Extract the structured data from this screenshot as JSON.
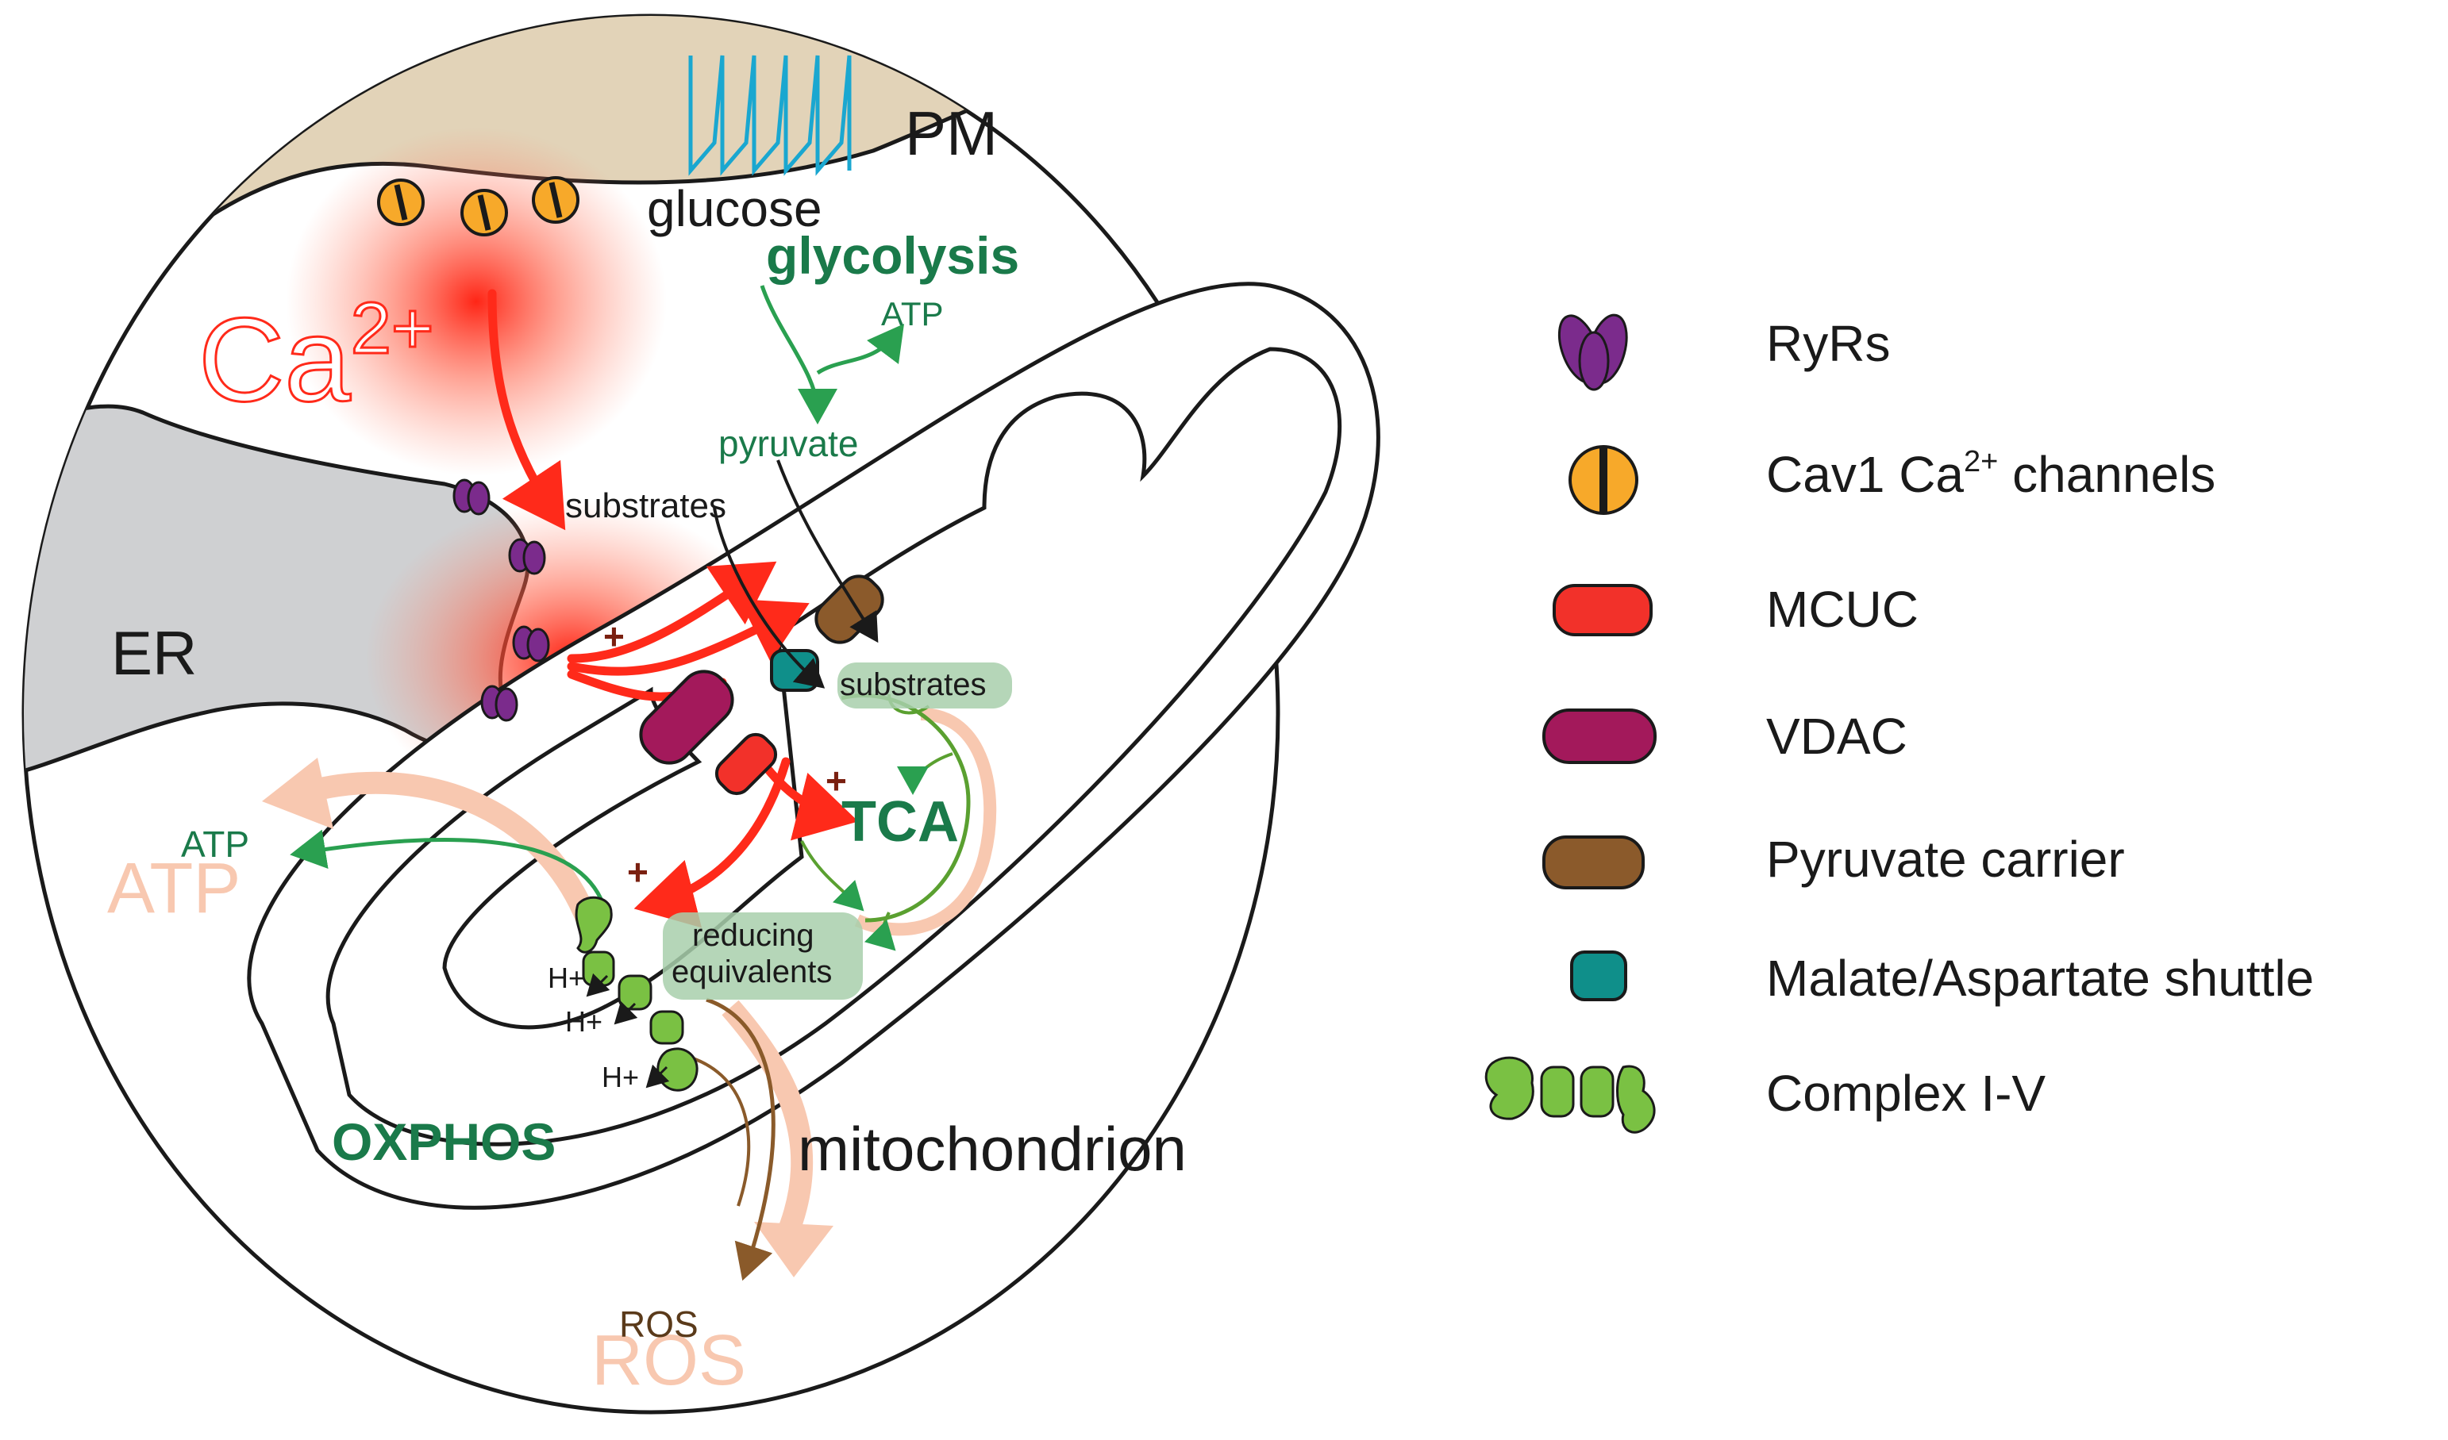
{
  "diagram": {
    "labels": {
      "pm": "PM",
      "glucose": "glucose",
      "glycolysis": "glycolysis",
      "atp_glycolysis": "ATP",
      "pyruvate": "pyruvate",
      "ca": "Ca",
      "ca_sup": "2+",
      "substrates_outer": "substrates",
      "er": "ER",
      "substrates_inner": "substrates",
      "tca": "TCA",
      "atp_out": "ATP",
      "atp_ghost": "ATP",
      "reducing_1": "reducing",
      "reducing_2": "equivalents",
      "h1": "H+",
      "h2": "H+",
      "h3": "H+",
      "oxphos": "OXPHOS",
      "mitochondrion": "mitochondrion",
      "ros": "ROS",
      "ros_ghost": "ROS",
      "plus": "+"
    }
  },
  "legend": {
    "items": [
      {
        "label": "RyRs",
        "icon": "ryr-icon"
      },
      {
        "label": "Cav1 Ca",
        "sup": "2+",
        "suffix": " channels",
        "icon": "cav1-channel-icon"
      },
      {
        "label": "MCUC",
        "icon": "mcuc-icon"
      },
      {
        "label": "VDAC",
        "icon": "vdac-icon"
      },
      {
        "label": "Pyruvate carrier",
        "icon": "pyruvate-carrier-icon"
      },
      {
        "label": "Malate/Aspartate shuttle",
        "icon": "malate-aspartate-shuttle-icon"
      },
      {
        "label": "Complex I-V",
        "icon": "complex-icon"
      }
    ]
  },
  "colors": {
    "ca_red": "#ff2a1a",
    "green_text": "#1a7a4a",
    "green_arrow": "#2aa050",
    "er_gray": "#cfd0d2",
    "pm_tan": "#e2d3b8",
    "cav1_orange": "#f7a92a",
    "ryr_purple": "#7b2b8c",
    "mcuc_red": "#f2312a",
    "vdac_magenta": "#a3195b",
    "pyruvate_brown": "#8b5a2b",
    "shuttle_teal": "#0f8f8a",
    "complex_green": "#7ac143",
    "glucose_blue": "#1aa7d0",
    "ros_brown": "#8a5a2a",
    "ghost_peach": "#f8c8b0",
    "label_box": "#a8cfac"
  }
}
